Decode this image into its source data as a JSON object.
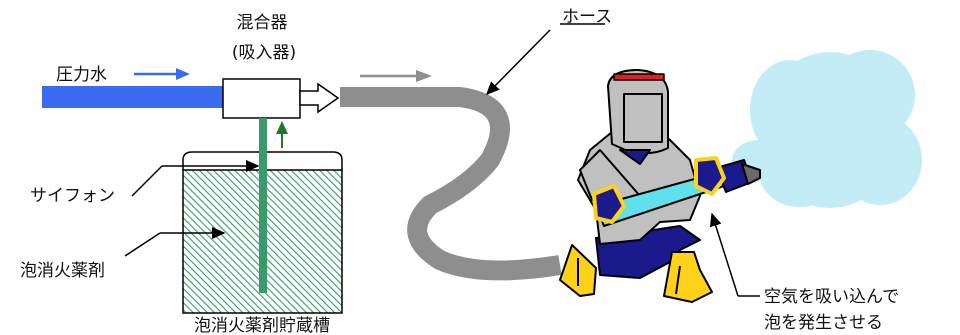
{
  "labels": {
    "pressure_water": "圧力水",
    "mixer": "混合器",
    "mixer_sub": "(吸入器)",
    "hose": "ホース",
    "siphon": "サイフォン",
    "foam_agent": "泡消火薬剤",
    "tank": "泡消火薬剤貯蔵槽",
    "air_intake_line1": "空気を吸い込んで",
    "air_intake_line2": "泡を発生させる"
  },
  "colors": {
    "water_pipe": "#3b6cf0",
    "siphon_pipe": "#3a9a6a",
    "hose": "#8e8e8e",
    "foam": "#c3ecf6",
    "nozzle": "#5fe0ea",
    "firefighter_suit": "#c0c0c0",
    "firefighter_dark": "#1a1a8c",
    "boot": "#ffd21a",
    "helmet_band": "#e02020",
    "tank_hatch": "#3a9a6a"
  }
}
